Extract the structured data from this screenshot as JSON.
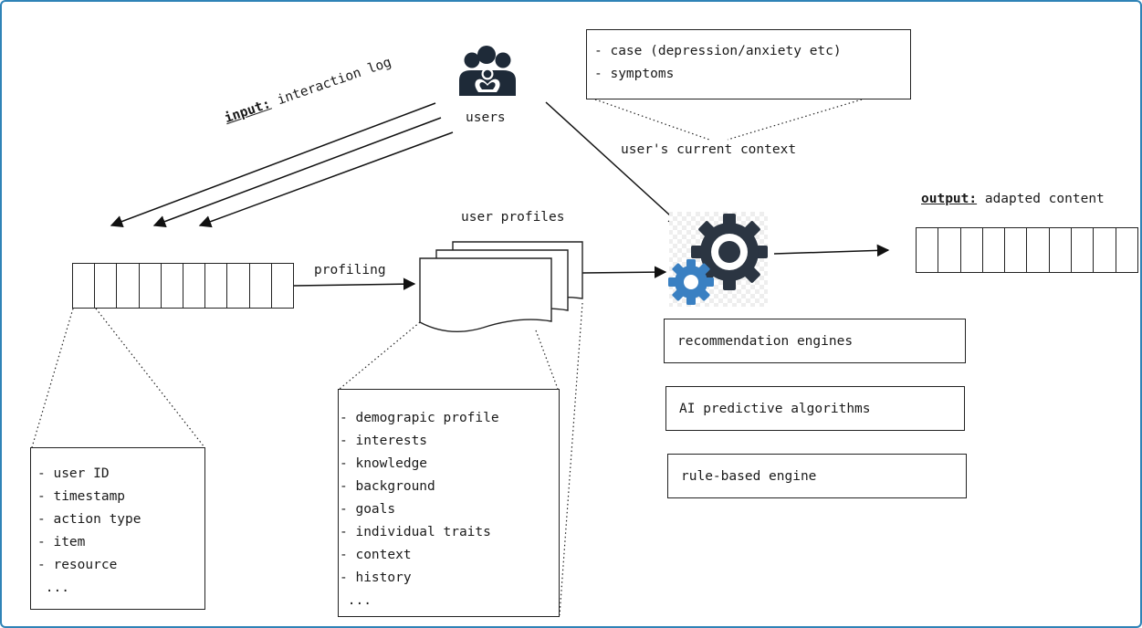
{
  "labels": {
    "users": "users",
    "input_prefix": "input:",
    "input_text": " interaction log",
    "context": "user's current context",
    "user_profiles": "user profiles",
    "profiling": "profiling",
    "output_prefix": "output:",
    "output_text": " adapted content"
  },
  "context_box": {
    "lines": [
      "- case (depression/anxiety etc)",
      "- symptoms"
    ]
  },
  "log_fields": {
    "lines": [
      "- user ID",
      "- timestamp",
      "- action type",
      "- item",
      "- resource",
      " ..."
    ]
  },
  "profile_fields": {
    "lines": [
      "- demograpic profile",
      "- interests",
      "- knowledge",
      "- background",
      "- goals",
      "- individual traits",
      "- context",
      "- history",
      " ..."
    ]
  },
  "engines": {
    "recommendation": "recommendation engines",
    "ai": "AI predictive algorithms",
    "rule": "rule-based engine"
  },
  "colors": {
    "frame": "#2f83b7",
    "gear_dark": "#2b3542",
    "gear_blue": "#3a80c2",
    "users_icon": "#1e2a38"
  },
  "icons": {
    "users": "family-users-icon",
    "gears": "gears-icon"
  }
}
